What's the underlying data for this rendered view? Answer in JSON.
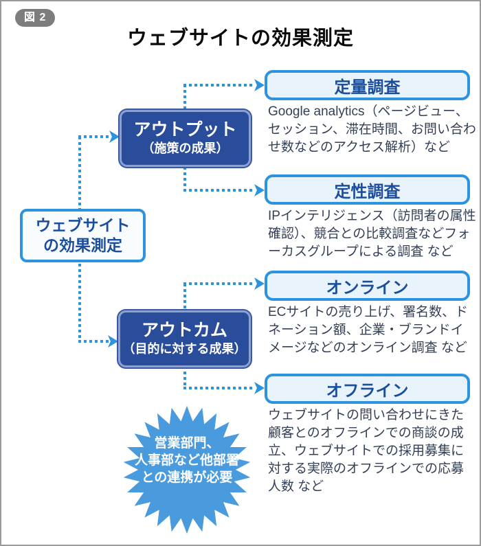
{
  "figure": {
    "badge": "図 2",
    "title": "ウェブサイトの効果測定"
  },
  "root_node": {
    "label_lines": [
      "ウェブサイト",
      "の効果測定"
    ]
  },
  "branches": [
    {
      "id": "output",
      "title": "アウトプット",
      "subtitle": "（施策の成果）",
      "children": [
        {
          "label": "定量調査",
          "description": "Google analytics（ページビュー、セッション、滞在時間、お問い合わせ数などのアクセス解析）など"
        },
        {
          "label": "定性調査",
          "description": "IPインテリジェンス（訪問者の属性確認）、競合との比較調査などフォーカスグループによる調査 など"
        }
      ]
    },
    {
      "id": "outcome",
      "title": "アウトカム",
      "subtitle": "（目的に対する成果）",
      "children": [
        {
          "label": "オンライン",
          "description": "ECサイトの売り上げ、署名数、ドネーション額、企業・ブランドイメージなどのオンライン調査 など"
        },
        {
          "label": "オフライン",
          "description": "ウェブサイトの問い合わせにきた顧客とのオフラインでの商談の成立、ウェブサイトでの採用募集に対する実際のオフラインでの応募人数 など"
        }
      ]
    }
  ],
  "note": {
    "lines": [
      "営業部門、",
      "人事部など他部署",
      "との連携が必要"
    ]
  },
  "colors": {
    "accent": "#2e93de",
    "dark_box": "#2a4d9b",
    "dark_box_ring": "#8ba1d3",
    "light_box_fill": "#e9f3fc",
    "heading_text": "#1b4f9d",
    "body_text": "#333f55",
    "starburst": "#4a9ade",
    "badge_bg": "#7d7d7d"
  }
}
